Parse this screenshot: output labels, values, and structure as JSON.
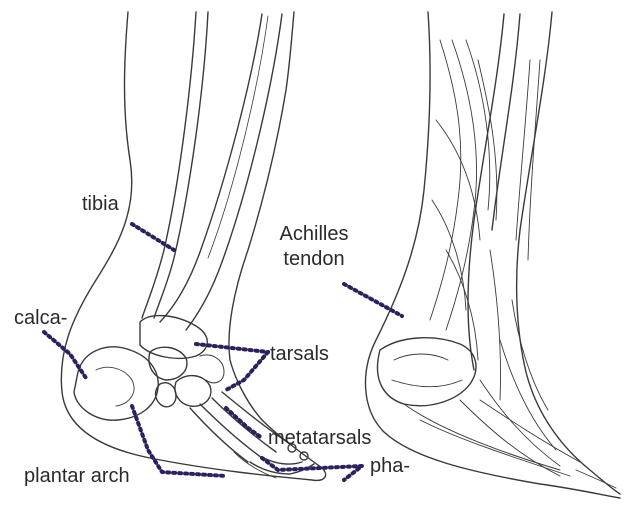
{
  "labels": {
    "tibia": "tibia",
    "achilles": "Achilles",
    "achilles_line2": "tendon",
    "calcaneus": "calca-",
    "tarsals": "tarsals",
    "metatarsals": "metatarsals",
    "phalanges": "pha-",
    "plantar_arch": "plantar arch"
  },
  "colors": {
    "ink": "#3a3a3a",
    "leader": "#2e1f5e",
    "text": "#2a2a2a",
    "background": "#ffffff"
  },
  "icons": {
    "left_figure": "foot-skeleton-side-view",
    "right_figure": "foot-muscle-side-view"
  }
}
